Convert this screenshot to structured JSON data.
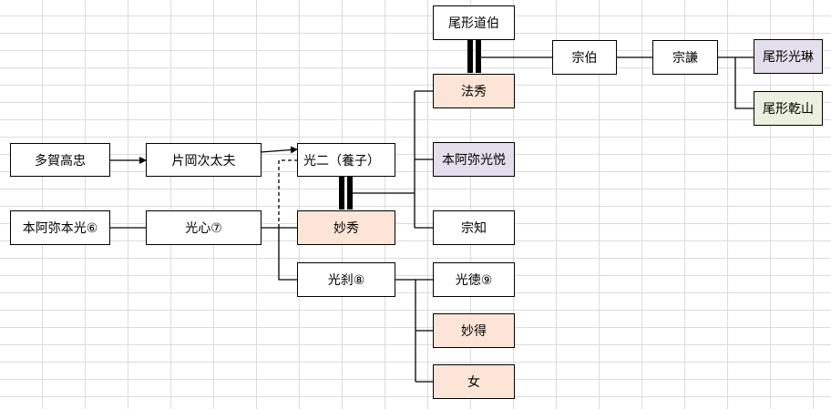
{
  "nodes": {
    "tagakochu": "多賀高忠",
    "kataoka": "片岡次太夫",
    "koji": "光二（養子）",
    "honami_honko": "本阿弥本光⑥",
    "koshin": "光心⑦",
    "myoshu": "妙秀",
    "korie": "光刹⑧",
    "ogata_dohaku": "尾形道伯",
    "hoshu": "法秀",
    "koetsu": "本阿弥光悦",
    "sochi": "宗知",
    "sohaku": "宗伯",
    "soken": "宗謙",
    "korin": "尾形光琳",
    "kenzan": "尾形乾山",
    "kotoku": "光徳⑨",
    "myotoku": "妙得",
    "onna": "女"
  },
  "colors": {
    "line": "#000000",
    "peach": "#fce4d6",
    "lavender": "#e4dfec",
    "green": "#ebf1de",
    "grid": "#dcdcdc"
  }
}
